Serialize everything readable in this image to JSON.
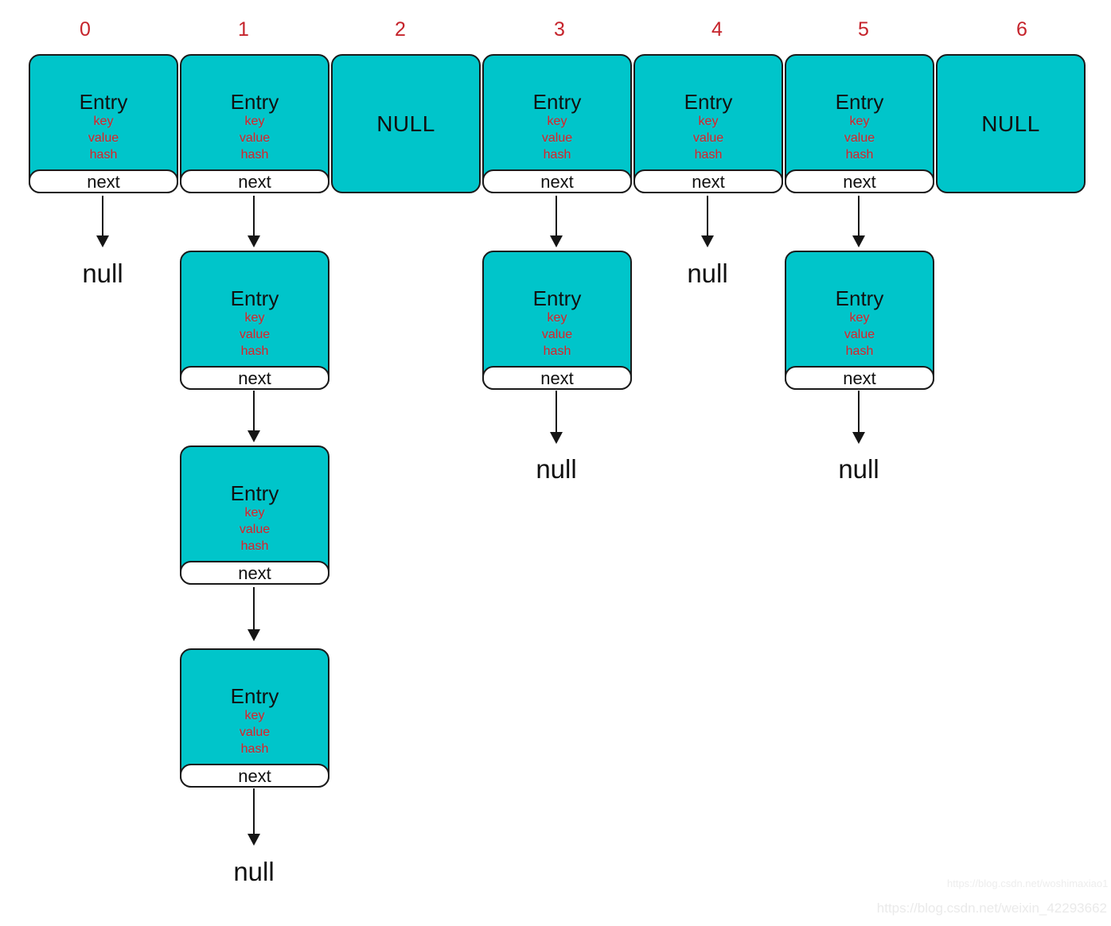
{
  "diagram": {
    "bucket_indices": [
      "0",
      "1",
      "2",
      "3",
      "4",
      "5",
      "6"
    ],
    "entry_node": {
      "title": "Entry",
      "fields": [
        "key",
        "value",
        "hash"
      ],
      "next_label": "next"
    },
    "null_bucket_label": "NULL",
    "null_pointer_label": "null",
    "buckets": [
      {
        "index": "0",
        "entry_count": 1,
        "terminator": "null"
      },
      {
        "index": "1",
        "entry_count": 4,
        "terminator": "null"
      },
      {
        "index": "2",
        "entry_count": 0,
        "terminator": "NULL"
      },
      {
        "index": "3",
        "entry_count": 2,
        "terminator": "null"
      },
      {
        "index": "4",
        "entry_count": 1,
        "terminator": "null"
      },
      {
        "index": "5",
        "entry_count": 2,
        "terminator": "null"
      },
      {
        "index": "6",
        "entry_count": 0,
        "terminator": "NULL"
      }
    ],
    "colors": {
      "node_fill": "#00c5ca",
      "node_border": "#1a1a1a",
      "field_text": "#e11f26",
      "index_text": "#c5232b"
    }
  },
  "watermarks": [
    "https://blog.csdn.net/woshimaxiao1",
    "https://blog.csdn.net/weixin_42293662"
  ]
}
